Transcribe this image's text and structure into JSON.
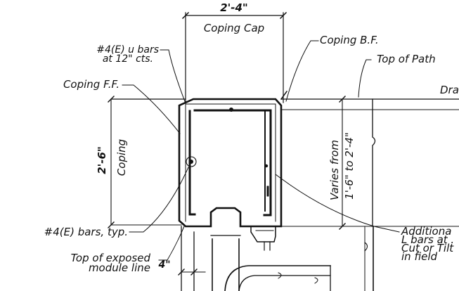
{
  "dimensions": {
    "cap_width": "2'-4\"",
    "coping_height": "2'-6\"",
    "offset": "4\""
  },
  "labels": {
    "coping_cap": "Coping Cap",
    "coping_bf": "Coping B.F.",
    "u_bars_1": "#4(E) u bars",
    "u_bars_2": "at 12\" cts.",
    "top_of_path": "Top of Path",
    "coping_ff": "Coping F.F.",
    "dra_cut": "Dra",
    "coping": "Coping",
    "varies_1": "Varies from",
    "varies_2": "1'-6\" to 2'-4\"",
    "e_bars": "#4(E) bars, typ.",
    "top_exposed_1": "Top of exposed",
    "top_exposed_2": "module line",
    "additional_1": "Additiona",
    "additional_2": "L bars at .",
    "additional_3": "Cut or Tilt",
    "additional_4": "in field"
  }
}
